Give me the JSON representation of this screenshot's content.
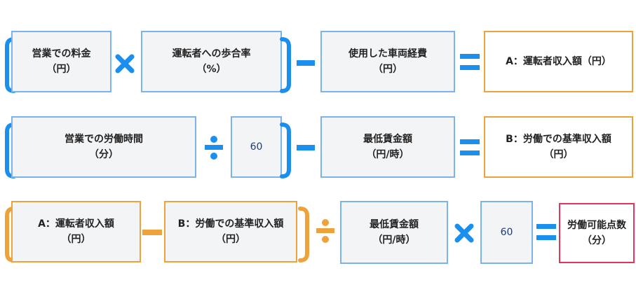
{
  "colors": {
    "blue_accent": "#1a8fee",
    "blue_border": "#7ab4ea",
    "orange_accent": "#f0a23a",
    "red_border": "#e3345a",
    "box_fill": "#f3f4f6"
  },
  "row1": {
    "sales_fee": [
      "営業での料金",
      "（円）"
    ],
    "commission_rate": [
      "運転者への歩合率",
      "（%）"
    ],
    "vehicle_cost": [
      "使用した車両経費",
      "（円）"
    ],
    "result_a": [
      "A：運転者収入額（円）"
    ]
  },
  "row2": {
    "work_minutes": [
      "営業での労働時間",
      "（分）"
    ],
    "sixty": "60",
    "min_wage": [
      "最低賃金額",
      "（円/時）"
    ],
    "result_b": [
      "B：労働での基準収入額",
      "（円）"
    ]
  },
  "row3": {
    "a_income": [
      "A：運転者収入額",
      "（円）"
    ],
    "b_income": [
      "B：労働での基準収入額",
      "（円）"
    ],
    "min_wage": [
      "最低賃金額",
      "（円/時）"
    ],
    "sixty": "60",
    "result": [
      "労働可能点数",
      "（分）"
    ]
  },
  "operators": {
    "multiply": "multiply-icon",
    "minus": "minus-icon",
    "divide": "divide-icon",
    "equals": "equals-icon",
    "bracket": "bracket-icon"
  }
}
